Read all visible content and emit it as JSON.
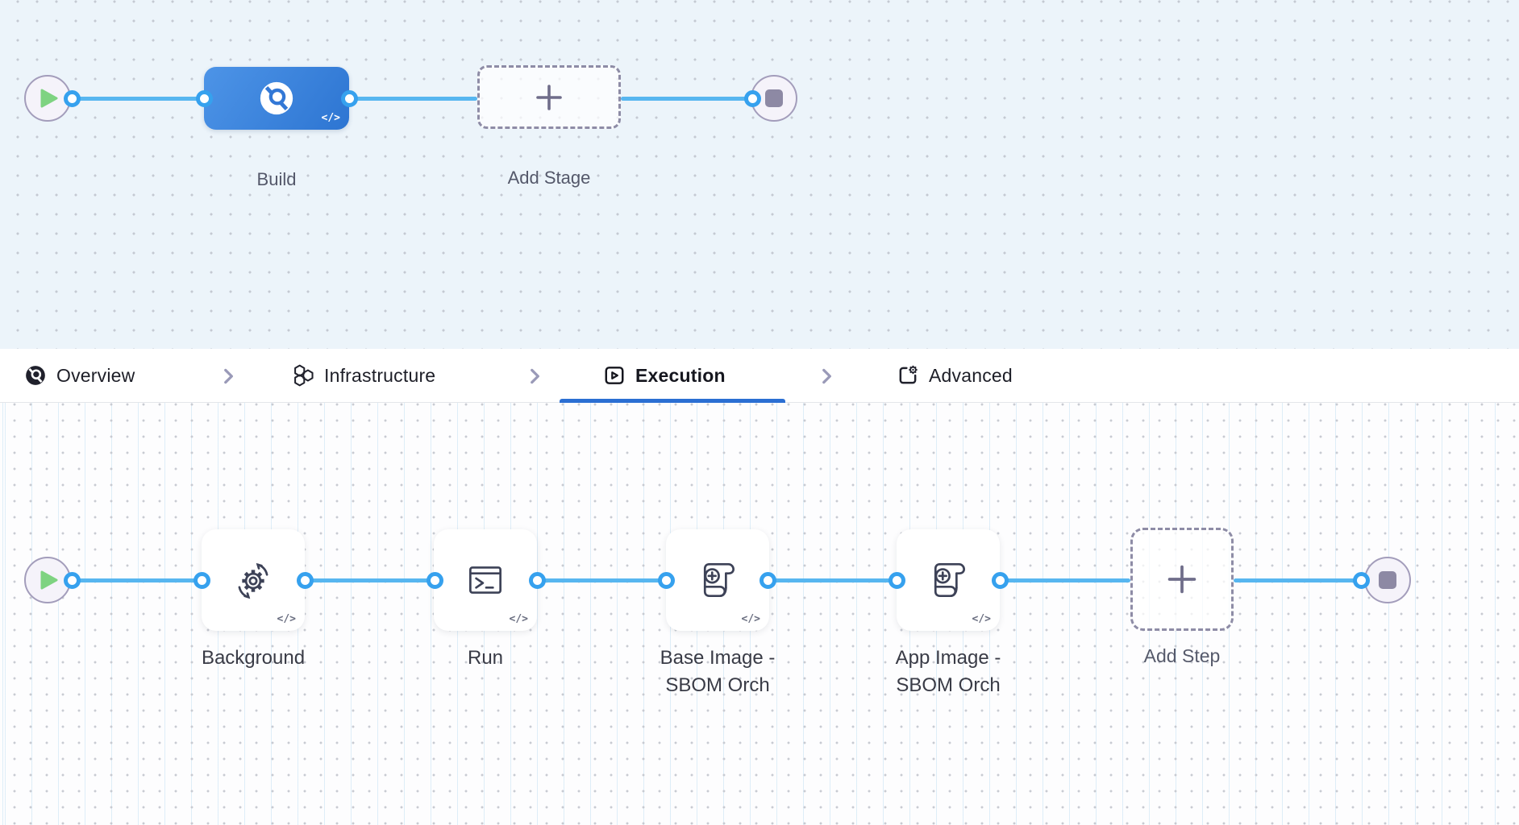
{
  "colors": {
    "edge_blue": "#57b6f0",
    "port_blue": "#36a1ee",
    "stage_blue_gradient_start": "#4d94e7",
    "stage_blue_gradient_end": "#2d75d2",
    "tab_underline_blue": "#2b6fd3",
    "canvas_top_bg": "#ecf4fa",
    "canvas_bottom_bg": "#fdfdfe",
    "play_green": "#7ed381",
    "stop_gray": "#8d89a4"
  },
  "stage_canvas": {
    "start_icon": "play-icon",
    "end_icon": "stop-icon",
    "stages": [
      {
        "label": "Build",
        "icon": "ci-build-icon",
        "code_badge": "</>",
        "selected": true
      },
      {
        "label": "Add Stage",
        "icon": "plus-icon"
      }
    ]
  },
  "tabs": {
    "items": [
      {
        "label": "Overview",
        "icon": "ci-overview-icon",
        "active": false
      },
      {
        "label": "Infrastructure",
        "icon": "hexagons-icon",
        "active": false
      },
      {
        "label": "Execution",
        "icon": "play-square-icon",
        "active": true
      },
      {
        "label": "Advanced",
        "icon": "template-gear-icon",
        "active": false
      }
    ]
  },
  "execution_canvas": {
    "start_icon": "play-icon",
    "end_icon": "stop-icon",
    "steps": [
      {
        "label": "Background",
        "icon": "gear-sync-icon",
        "code_badge": "</>"
      },
      {
        "label": "Run",
        "icon": "terminal-icon",
        "code_badge": "</>"
      },
      {
        "label": "Base Image -\nSBOM Orch",
        "icon": "scroll-plus-icon",
        "code_badge": "</>"
      },
      {
        "label": "App Image -\nSBOM Orch",
        "icon": "scroll-plus-icon",
        "code_badge": "</>"
      },
      {
        "label": "Add Step",
        "icon": "plus-icon"
      }
    ]
  }
}
